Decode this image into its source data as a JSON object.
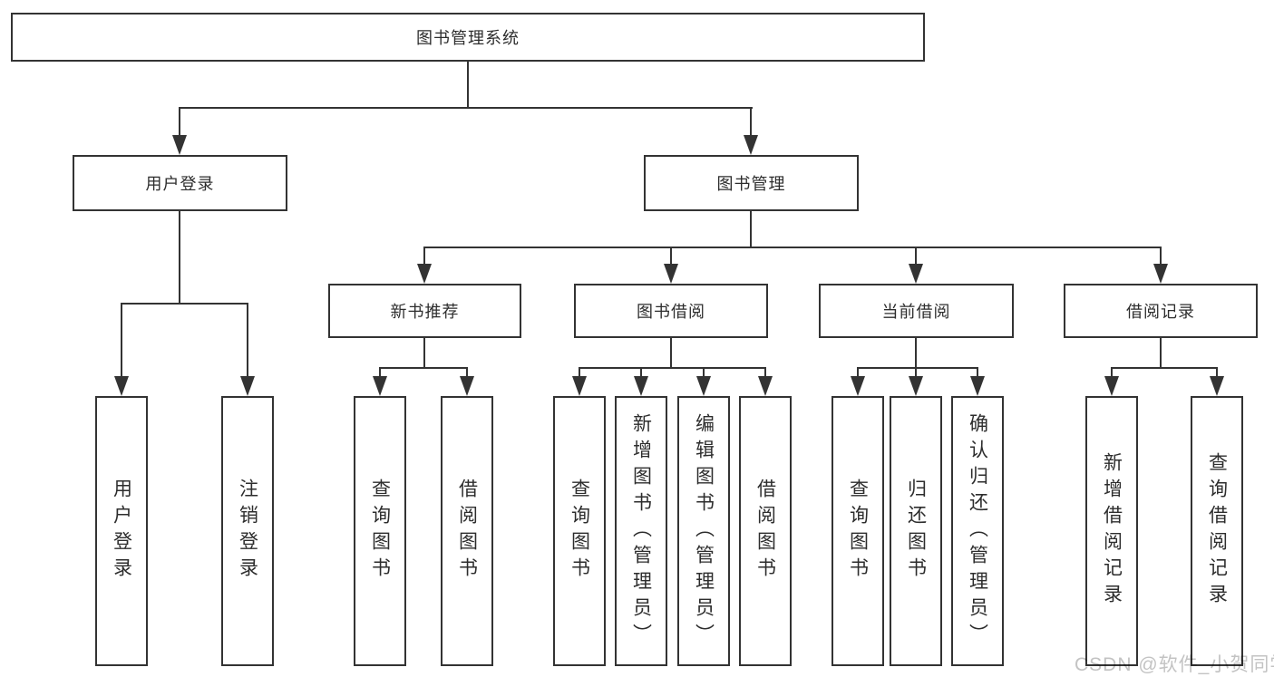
{
  "diagram_title": "图书管理系统",
  "tree": {
    "root": "图书管理系统",
    "branches": [
      {
        "label": "用户登录",
        "leaves": [
          "用户登录",
          "注销登录"
        ]
      },
      {
        "label": "图书管理",
        "sections": [
          {
            "label": "新书推荐",
            "leaves": [
              "查询图书",
              "借阅图书"
            ]
          },
          {
            "label": "图书借阅",
            "leaves": [
              "查询图书",
              "新增图书（管理员）",
              "编辑图书（管理员）",
              "借阅图书"
            ]
          },
          {
            "label": "当前借阅",
            "leaves": [
              "查询图书",
              "归还图书",
              "确认归还（管理员）"
            ]
          },
          {
            "label": "借阅记录",
            "leaves": [
              "新增借阅记录",
              "查询借阅记录"
            ]
          }
        ]
      }
    ]
  },
  "watermark": "CSDN @软件_小贺同学",
  "colors": {
    "line": "#333333",
    "box_fill": "#ffffff",
    "text": "#2d2d2d",
    "watermark": "#c3c3c3",
    "background": "#ffffff"
  }
}
